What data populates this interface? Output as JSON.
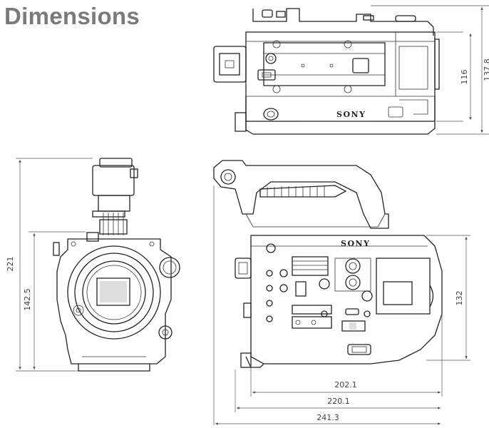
{
  "page": {
    "title": "Dimensions"
  },
  "views": {
    "top": {
      "brand": "SONY",
      "dim_height_inner": "116",
      "dim_height_outer": "137.8"
    },
    "front": {
      "dim_height_total": "221",
      "dim_height_body": "142.5"
    },
    "side": {
      "brand": "SONY",
      "dim_height_body": "132",
      "dim_width_1": "202.1",
      "dim_width_2": "220.1",
      "dim_width_3": "241.3"
    }
  },
  "colors": {
    "title": "#7a7a7a",
    "line": "#222222",
    "dimension": "#555555"
  }
}
